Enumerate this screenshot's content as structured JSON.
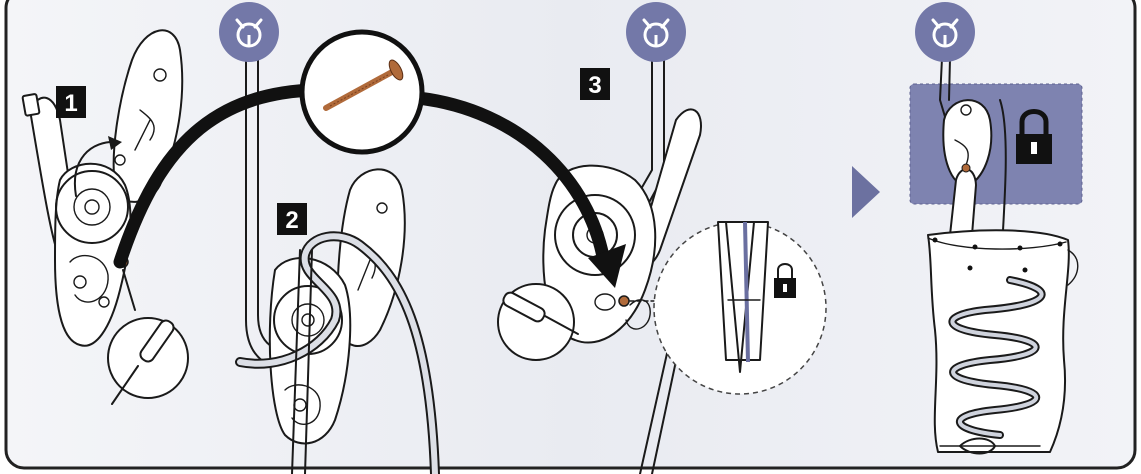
{
  "steps": [
    {
      "number": "1"
    },
    {
      "number": "2"
    },
    {
      "number": "3"
    }
  ],
  "icons": {
    "anchor": "anchor-badge-icon",
    "screw": "screw-icon",
    "screwdriver": "screwdriver-icon",
    "lock": "padlock-icon",
    "next": "play-arrow-icon"
  },
  "colors": {
    "background": "#ffffff",
    "panel": "#eef0f5",
    "badge": "#7378a8",
    "lock_zone": "#7e83b0",
    "label_bg": "#111111",
    "screw": "#b06a3a",
    "arrow": "#111111"
  }
}
